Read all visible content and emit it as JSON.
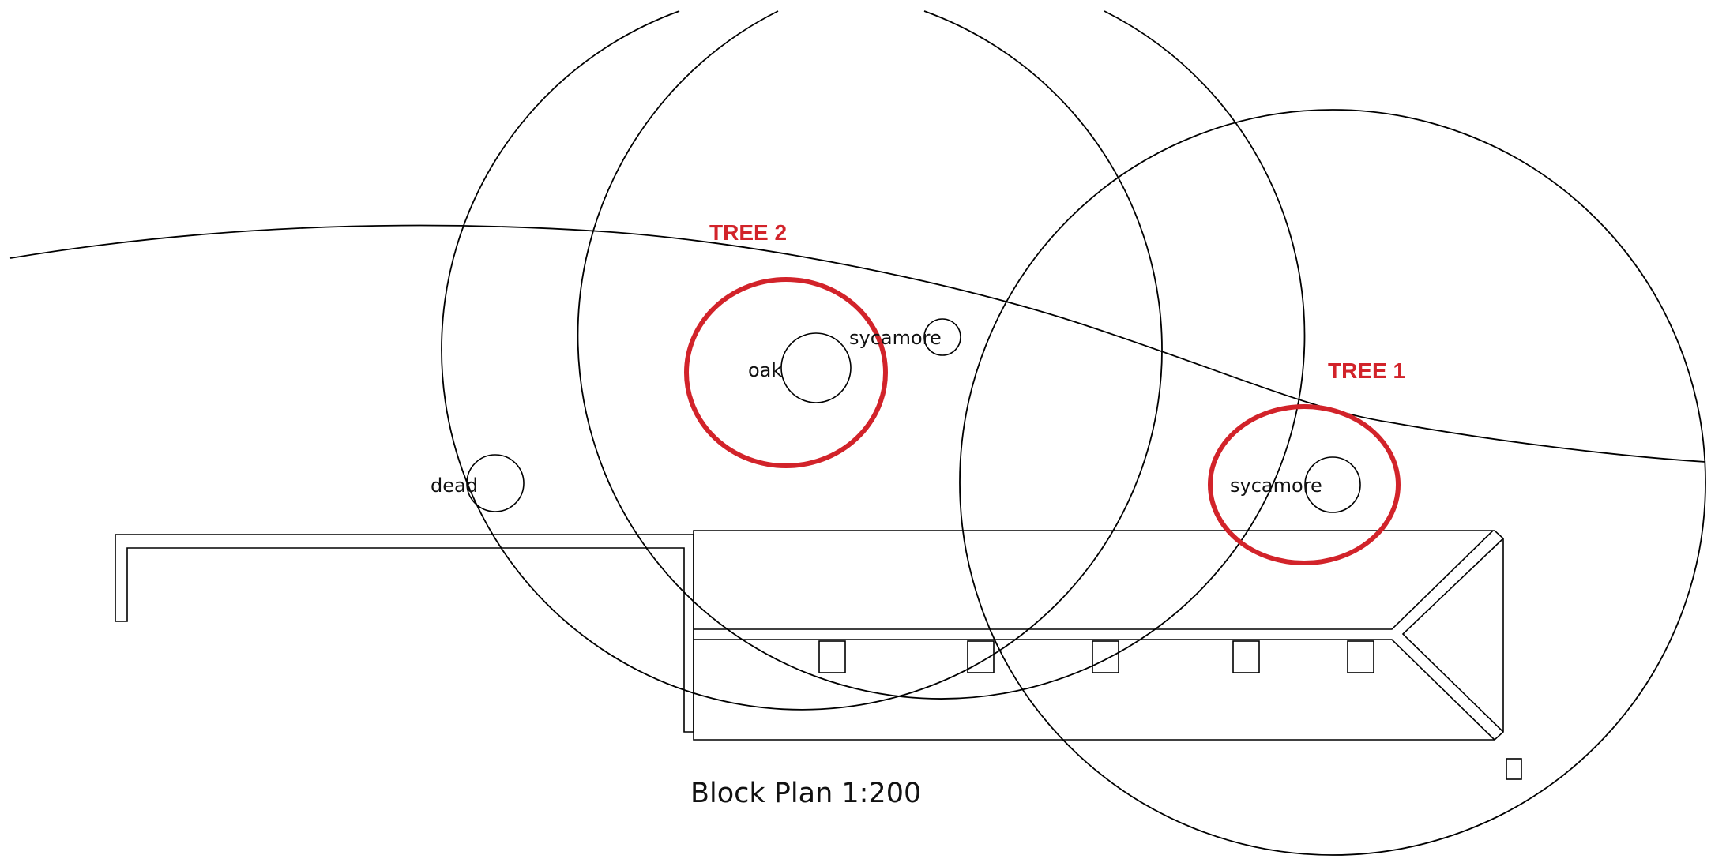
{
  "plan": {
    "title": "Block Plan 1:200"
  },
  "trees": {
    "oak": "oak",
    "sycamore_upper": "sycamore",
    "sycamore_lower": "sycamore",
    "dead": "dead"
  },
  "callouts": {
    "tree_1": "TREE 1",
    "tree_2": "TREE 2"
  },
  "colors": {
    "line": "#000000",
    "highlight": "#d2232a"
  }
}
